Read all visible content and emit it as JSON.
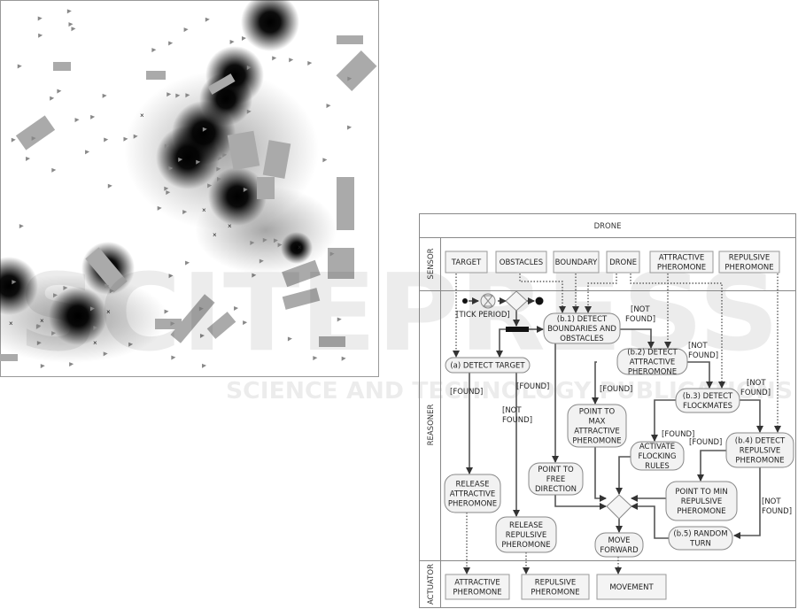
{
  "watermark": {
    "brand": "SCITEPRESS",
    "tagline": "SCIENCE AND TECHNOLOGY PUBLICATIONS"
  },
  "diagram": {
    "title": "DRONE",
    "lanes": {
      "sensor": "SENSOR",
      "reasoner": "REASONER",
      "actuator": "ACTUATOR"
    },
    "sensors": {
      "target": [
        "TARGET"
      ],
      "obstacles": [
        "OBSTACLES"
      ],
      "boundary": [
        "BOUNDARY"
      ],
      "drone": [
        "DRONE"
      ],
      "attractive": [
        "ATTRACTIVE",
        "PHEROMONE"
      ],
      "repulsive": [
        "REPULSIVE",
        "PHEROMONE"
      ]
    },
    "tick_period": "[TICK PERIOD]",
    "nodes": {
      "b1": [
        "(b.1) DETECT",
        "BOUNDARIES AND",
        "OBSTACLES"
      ],
      "a": [
        "(a) DETECT TARGET"
      ],
      "b2": [
        "(b.2) DETECT",
        "ATTRACTIVE",
        "PHEROMONE"
      ],
      "b3": [
        "(b.3) DETECT",
        "FLOCKMATES"
      ],
      "max_attr": [
        "POINT TO",
        "MAX",
        "ATTRACTIVE",
        "PHEROMONE"
      ],
      "flocking": [
        "ACTIVATE",
        "FLOCKING",
        "RULES"
      ],
      "b4": [
        "(b.4) DETECT",
        "REPULSIVE",
        "PHEROMONE"
      ],
      "free_dir": [
        "POINT TO",
        "FREE",
        "DIRECTION"
      ],
      "rel_attr": [
        "RELEASE",
        "ATTRACTIVE",
        "PHEROMONE"
      ],
      "min_rep": [
        "POINT TO MIN",
        "REPULSIVE",
        "PHEROMONE"
      ],
      "rel_rep": [
        "RELEASE",
        "REPULSIVE",
        "PHEROMONE"
      ],
      "b5": [
        "(b.5) RANDOM",
        "TURN"
      ],
      "move": [
        "MOVE",
        "FORWARD"
      ]
    },
    "guards": {
      "found": "[FOUND]",
      "not": "[NOT",
      "found_close": "FOUND]"
    },
    "actuators": {
      "attractive": [
        "ATTRACTIVE",
        "PHEROMONE"
      ],
      "repulsive": [
        "REPULSIVE",
        "PHEROMONE"
      ],
      "movement": [
        "MOVEMENT"
      ]
    }
  }
}
